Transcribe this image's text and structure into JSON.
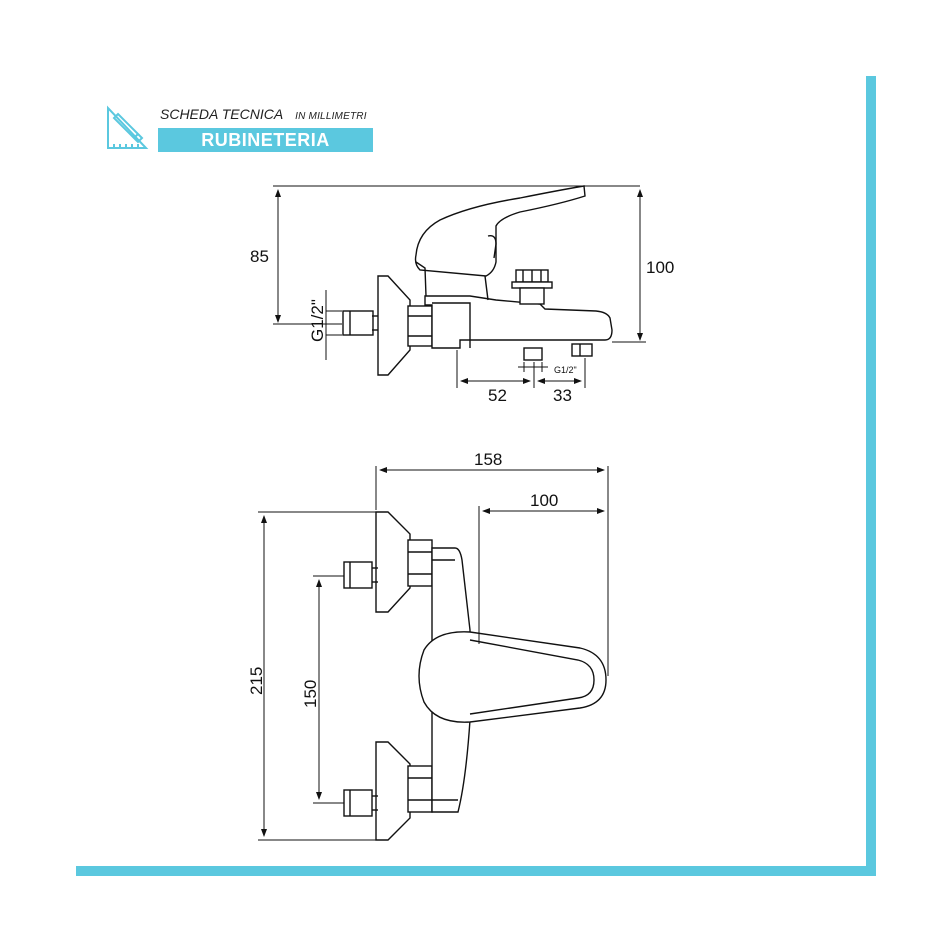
{
  "header": {
    "title": "SCHEDA TECNICA",
    "subtitle": "IN MILLIMETRI",
    "category": "RUBINETERIA",
    "icon": "ruler-pencil-icon"
  },
  "colors": {
    "accent": "#5bc8df",
    "line": "#111111"
  },
  "side_view": {
    "height_85": "85",
    "height_100": "100",
    "thread_inlet": "G1/2\"",
    "thread_outlet": "G1/2\"",
    "dim_52": "52",
    "dim_33": "33"
  },
  "top_view": {
    "width_158": "158",
    "width_100": "100",
    "height_215": "215",
    "spacing_150": "150"
  }
}
